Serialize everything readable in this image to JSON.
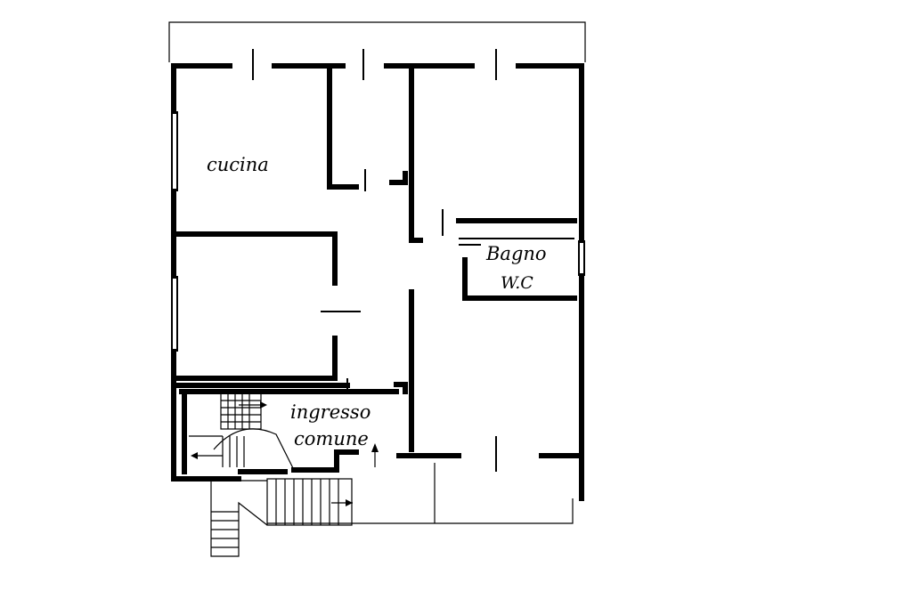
{
  "rooms": {
    "kitchen": "cucina",
    "bathroom_line1": "Bagno",
    "bathroom_line2": "W.C",
    "entrance_line1": "ingresso",
    "entrance_line2": "comune"
  },
  "colors": {
    "ink": "#000000",
    "paper": "#ffffff"
  }
}
